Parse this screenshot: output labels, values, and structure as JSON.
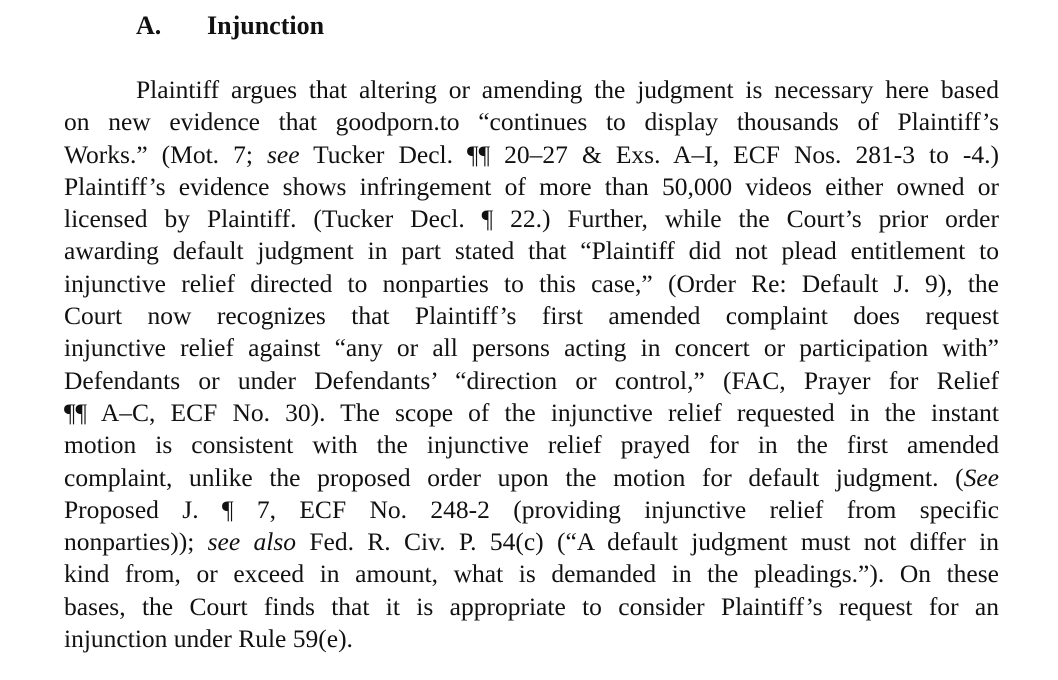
{
  "section": {
    "number": "A.",
    "title": "Injunction"
  },
  "paragraph": {
    "lines": [
      [
        {
          "t": "Plaintiff argues that altering or amending the judgment is necessary here based"
        }
      ],
      [
        {
          "t": "on new evidence that goodporn.to “continues to display thousands of Plaintiff’s"
        }
      ],
      [
        {
          "t": "Works.” (Mot. 7; "
        },
        {
          "t": "see",
          "i": true
        },
        {
          "t": " Tucker Decl. ¶¶ 20–27 & Exs. A–I, ECF Nos. 281-3 to -4.)"
        }
      ],
      [
        {
          "t": "Plaintiff’s evidence shows infringement of more than 50,000 videos either owned or"
        }
      ],
      [
        {
          "t": "licensed by Plaintiff. (Tucker Decl. ¶ 22.) Further, while the Court’s prior order"
        }
      ],
      [
        {
          "t": "awarding default judgment in part stated that “Plaintiff did not plead entitlement to"
        }
      ],
      [
        {
          "t": "injunctive relief directed to nonparties to this case,” (Order Re: Default J. 9), the"
        }
      ],
      [
        {
          "t": "Court now recognizes that Plaintiff’s first amended complaint does request"
        }
      ],
      [
        {
          "t": "injunctive relief against “any or all persons acting in concert or participation with”"
        }
      ],
      [
        {
          "t": "Defendants or under Defendants’ “direction or control,” (FAC, Prayer for Relief"
        }
      ],
      [
        {
          "t": "¶¶ A–C, ECF No. 30). The scope of the injunctive relief requested in the instant"
        }
      ],
      [
        {
          "t": "motion is consistent with the injunctive relief prayed for in the first amended"
        }
      ],
      [
        {
          "t": "complaint, unlike the proposed order upon the motion for default judgment. ("
        },
        {
          "t": "See",
          "i": true
        }
      ],
      [
        {
          "t": "Proposed J. ¶ 7, ECF No. 248-2 (providing injunctive relief from specific"
        }
      ],
      [
        {
          "t": "nonparties)); "
        },
        {
          "t": "see also",
          "i": true
        },
        {
          "t": " Fed. R. Civ. P. 54(c) (“A default judgment must not differ in"
        }
      ],
      [
        {
          "t": "kind from, or  exceed in amount, what is demanded in the pleadings.”). On these"
        }
      ],
      [
        {
          "t": "bases, the Court finds that it is appropriate to consider Plaintiff’s request for an"
        }
      ],
      [
        {
          "t": "injunction under Rule 59(e)."
        }
      ]
    ]
  }
}
